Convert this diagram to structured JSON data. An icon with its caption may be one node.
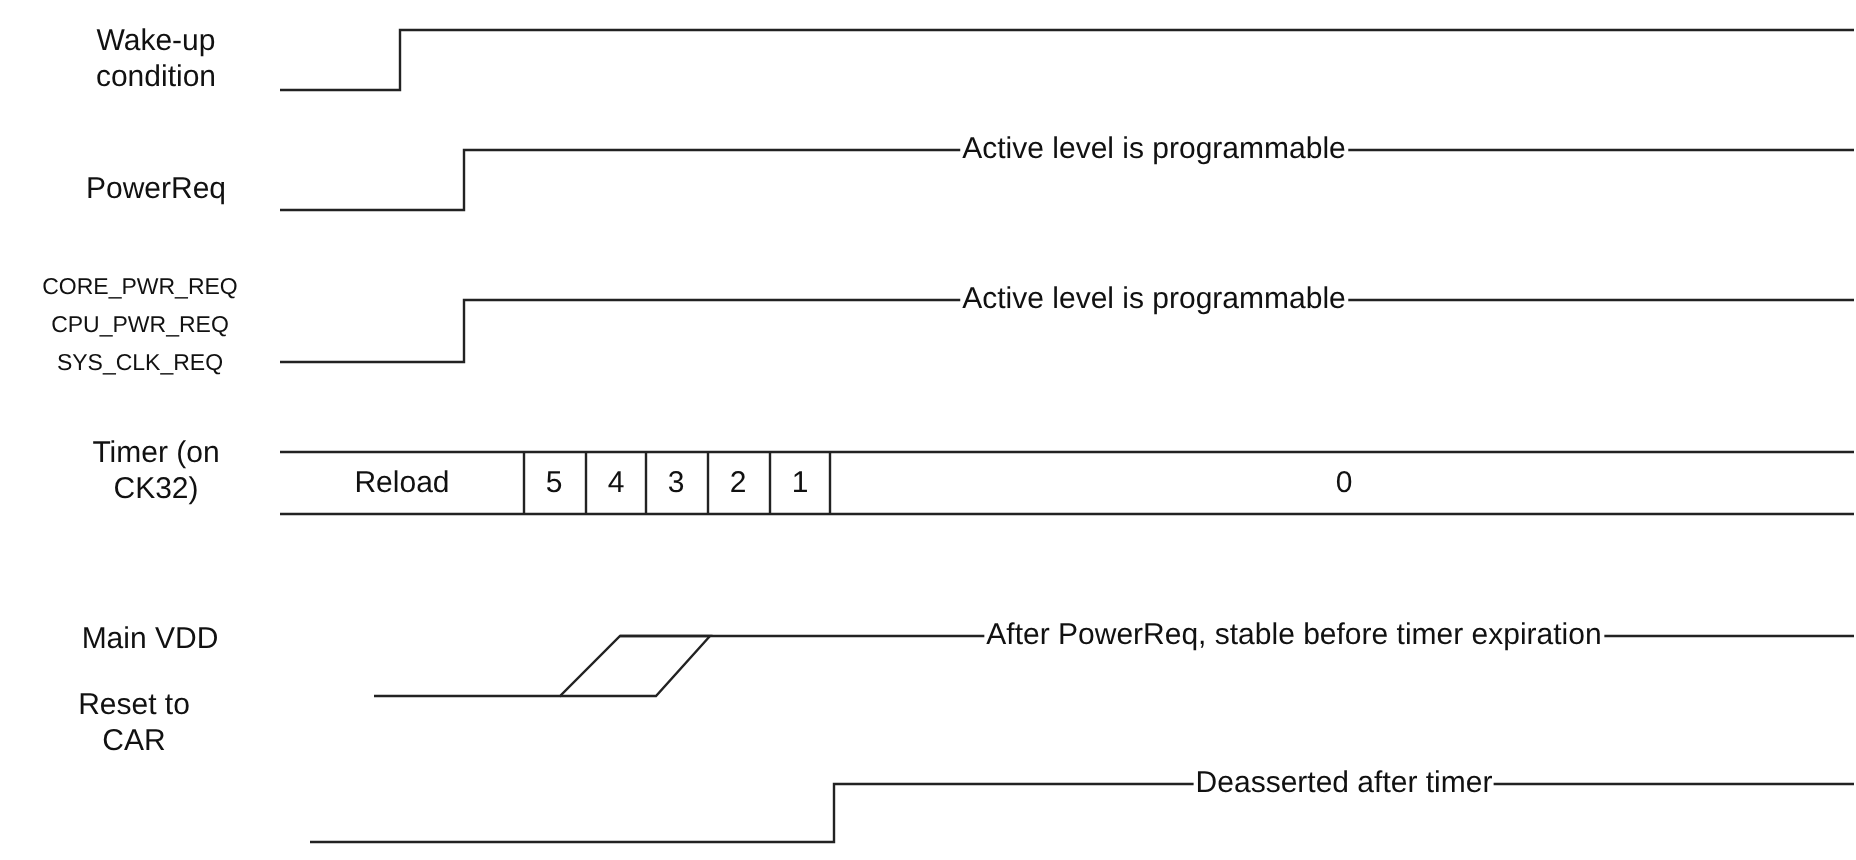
{
  "diagram": {
    "labels": [
      "Wake-up condition",
      "PowerReq",
      "Active level is programmable",
      "CORE_PWR_REQ",
      "CPU_PWR_REQ",
      "SYS_CLK_REQ",
      "Active level is programmable",
      "Timer (on CK32)",
      "Reload",
      "5",
      "4",
      "3",
      "2",
      "1",
      "0",
      "Main VDD",
      "After PowerReq, stable before timer expiration",
      "Reset to CAR",
      "Deasserted after timer"
    ]
  }
}
